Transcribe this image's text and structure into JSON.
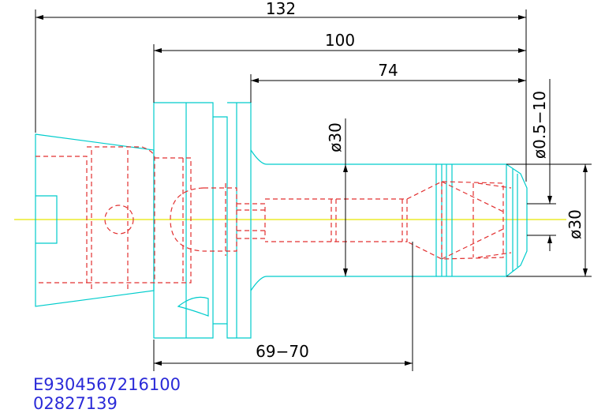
{
  "drawing": {
    "colors": {
      "outline": "#00cccc",
      "hidden": "#e23030",
      "dimension": "#000000",
      "centerline": "#e8e800",
      "part_text": "#2a2ad8"
    },
    "dimensions": {
      "overall_length": "132",
      "flange_to_nose": "100",
      "body_length": "74",
      "clamp_range": "69−70",
      "body_diameter": "ø30",
      "nose_diameter": "ø30",
      "collet_range": "ø0.5−10"
    },
    "part_numbers": [
      "E9304567216100",
      "02827139"
    ]
  }
}
